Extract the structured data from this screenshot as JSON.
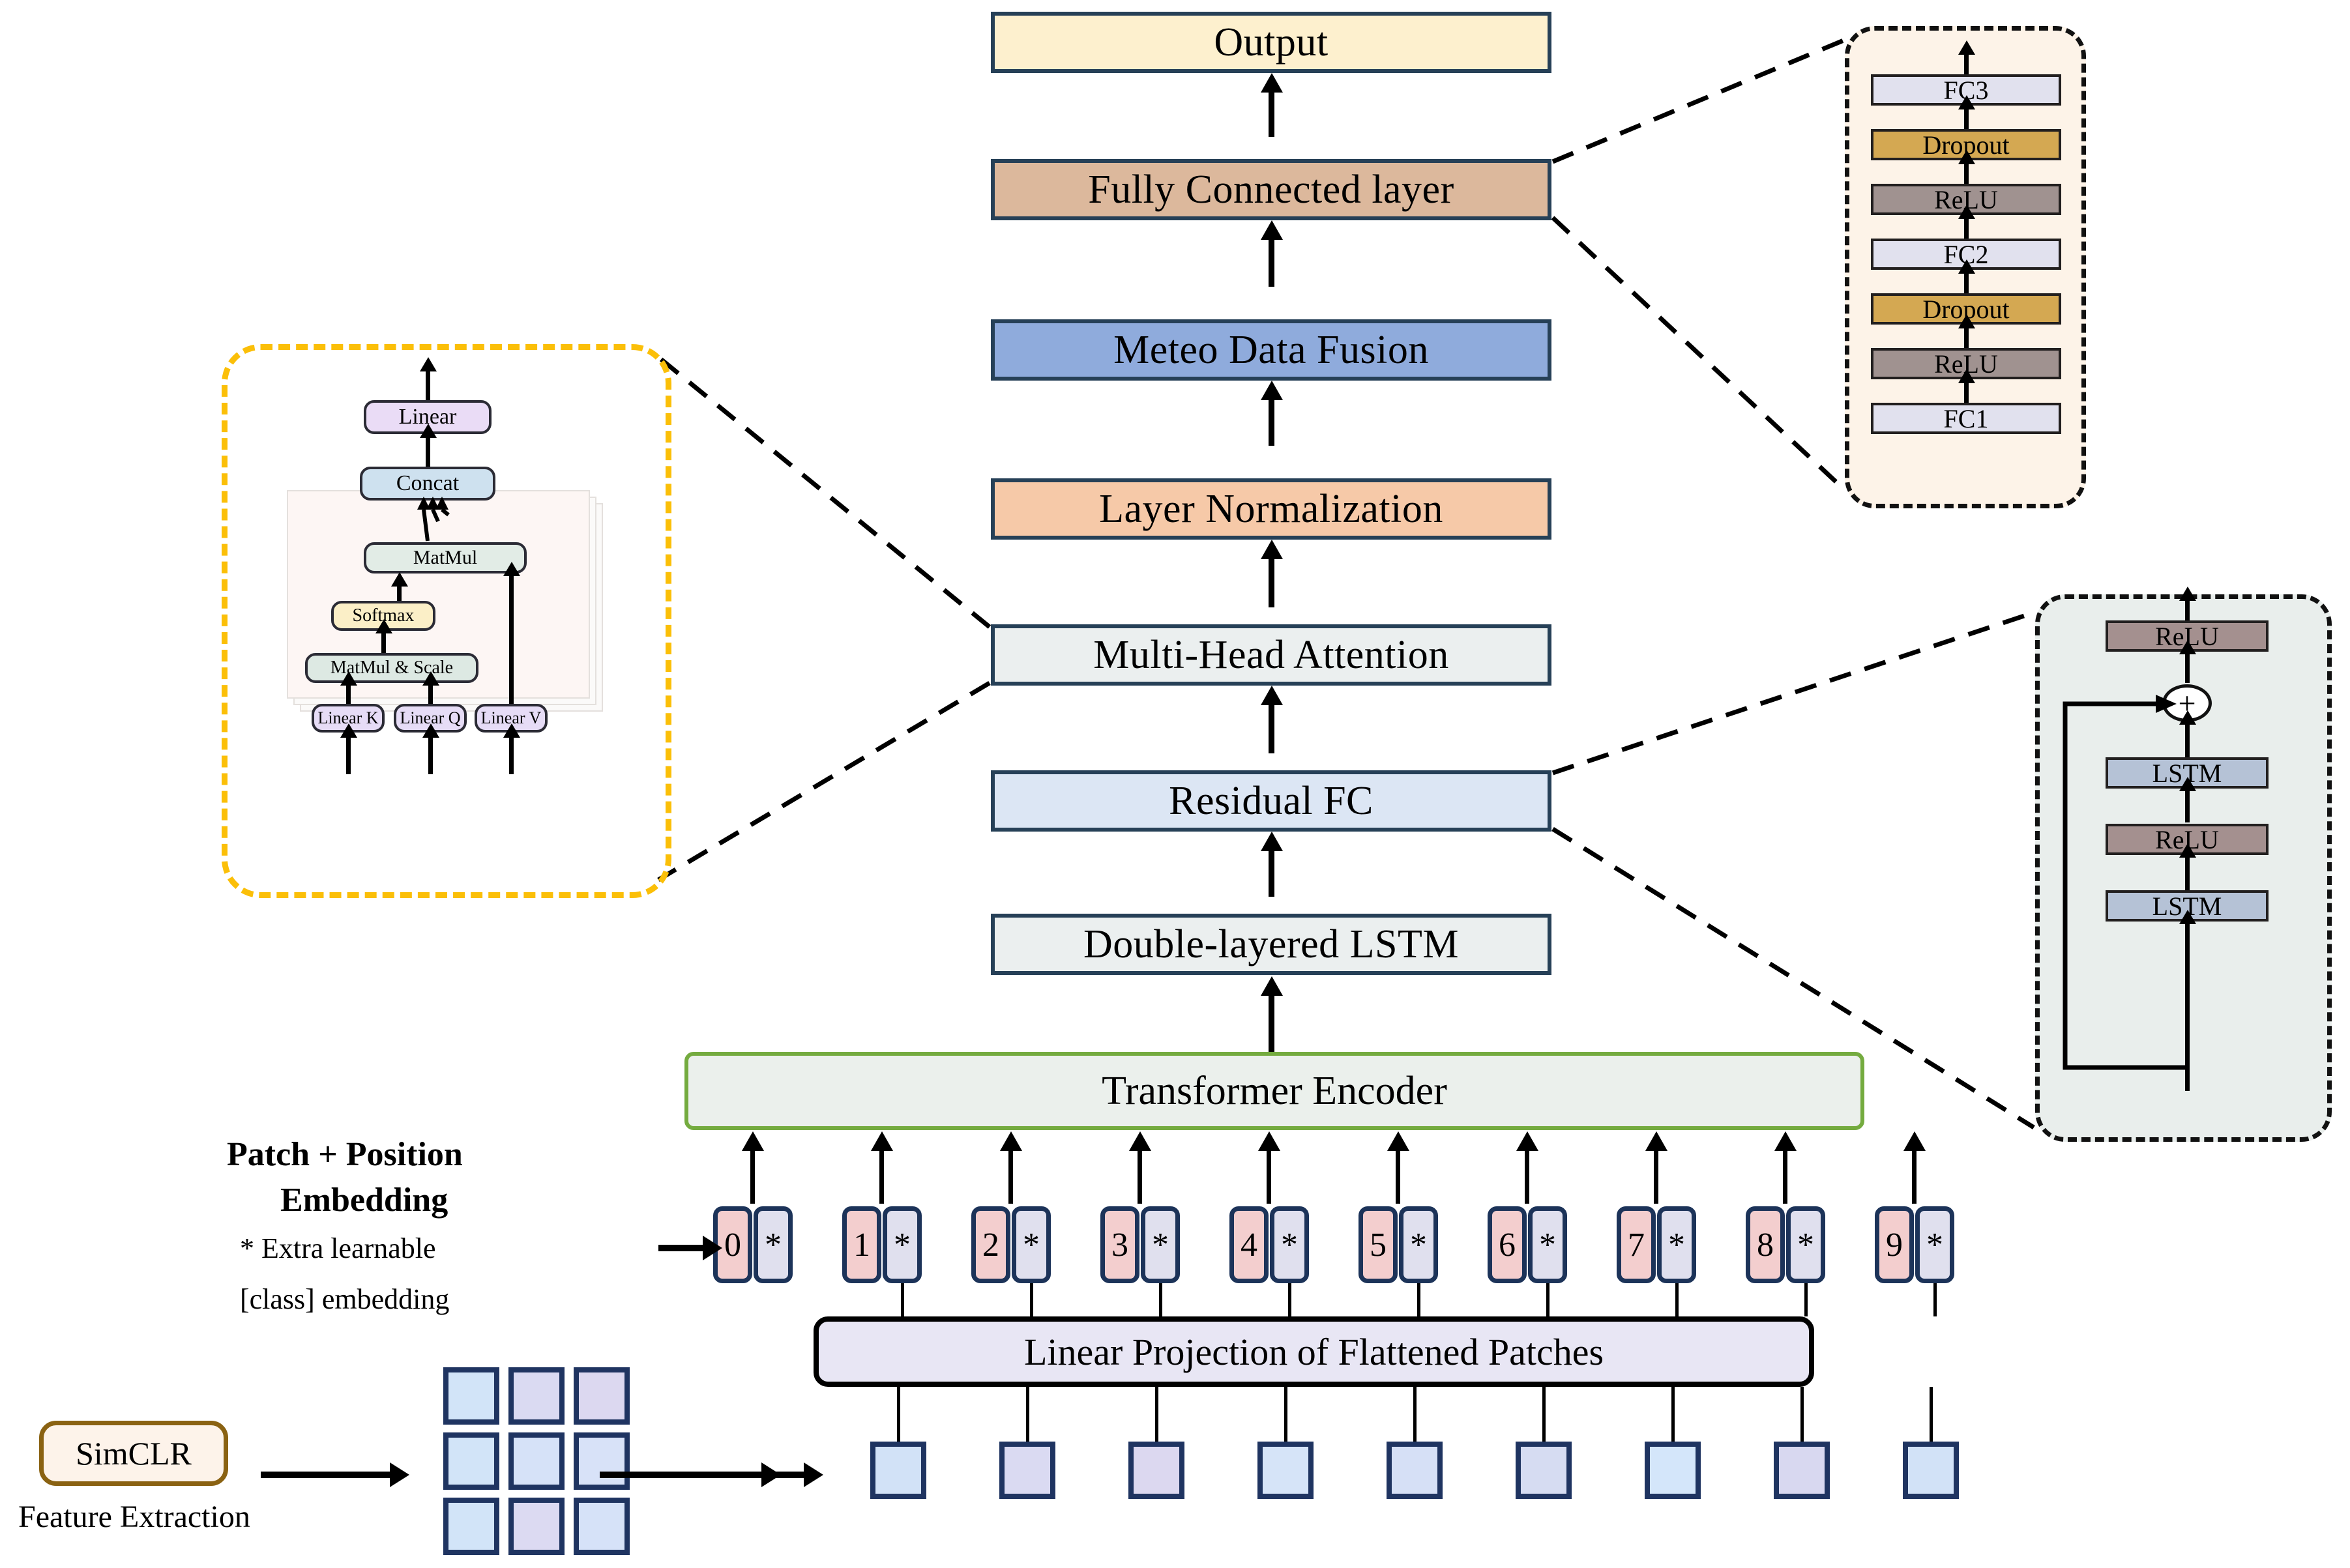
{
  "main_pipeline": [
    {
      "label": "Output",
      "fill": "#FDF0CE"
    },
    {
      "label": "Fully Connected layer",
      "fill": "#DCB89C"
    },
    {
      "label": "Meteo Data Fusion",
      "fill": "#8FABDC"
    },
    {
      "label": "Layer Normalization",
      "fill": "#F6C9A8"
    },
    {
      "label": "Multi-Head Attention",
      "fill": "#EBEFEF"
    },
    {
      "label": "Residual FC",
      "fill": "#DCE6F4"
    },
    {
      "label": "Double-layered LSTM",
      "fill": "#EBEFEF"
    }
  ],
  "transformer_encoder": {
    "label": "Transformer Encoder",
    "fill": "#EBF0EC",
    "border": "#74AB3F"
  },
  "linear_projection": {
    "label": "Linear Projection of Flattened Patches",
    "fill": "#E8E6F4",
    "border": "#000000"
  },
  "tokens": {
    "numbers": [
      "0",
      "1",
      "2",
      "3",
      "4",
      "5",
      "6",
      "7",
      "8",
      "9"
    ],
    "star": "*",
    "number_fill": "#F3CECE",
    "star_fill": "#E0E0EE"
  },
  "patch_strip": {
    "count": 9,
    "fills": [
      "#D2E2F7",
      "#DADAF2",
      "#DCD8F0",
      "#D6E4F8",
      "#D6E0F6",
      "#D6DCF2",
      "#D4E6FA",
      "#D8D8F0",
      "#D2E2F7"
    ]
  },
  "patch_grid": {
    "fills": [
      [
        "#D2E4F8",
        "#DADAF2",
        "#DCD8F0"
      ],
      [
        "#D2E4F8",
        "#D6E2F8",
        "#D8E2F8"
      ],
      [
        "#D2E4F8",
        "#DCDAF2",
        "#D6E2F8"
      ]
    ]
  },
  "simclr": {
    "label": "SimCLR",
    "caption": "Feature Extraction",
    "fill": "#FDF3EA",
    "border": "#8A6212"
  },
  "embedding_note": {
    "title_line1": "Patch + Position",
    "title_line2": "Embedding",
    "note_line1": "* Extra learnable",
    "note_line2": "[class] embedding"
  },
  "fc_detail_panel": {
    "fill": "#FDF3E8",
    "border": "#111111",
    "rows": [
      {
        "label": "FC3",
        "fill": "#E1E1EE"
      },
      {
        "label": "Dropout",
        "fill": "#D4A852"
      },
      {
        "label": "ReLU",
        "fill": "#A09290"
      },
      {
        "label": "FC2",
        "fill": "#E1E1EE"
      },
      {
        "label": "Dropout",
        "fill": "#D4A852"
      },
      {
        "label": "ReLU",
        "fill": "#A09290"
      },
      {
        "label": "FC1",
        "fill": "#E1E1EE"
      }
    ]
  },
  "residual_lstm_panel": {
    "fill": "#E9EEEC",
    "border": "#111111",
    "plus_symbol": "+",
    "rows": [
      {
        "label": "ReLU",
        "fill": "#A4908F"
      },
      {
        "label": "LSTM",
        "fill": "#B5C2D6"
      },
      {
        "label": "ReLU",
        "fill": "#A4908F"
      },
      {
        "label": "LSTM",
        "fill": "#B5C2D6"
      }
    ]
  },
  "attention_panel": {
    "border": "#FBBF08",
    "card_fill": "#FDF6F4",
    "nodes": {
      "linear": {
        "label": "Linear",
        "fill": "#EADCF6"
      },
      "concat": {
        "label": "Concat",
        "fill": "#CEE1EF"
      },
      "matmul": {
        "label": "MatMul",
        "fill": "#E2ECE6"
      },
      "softmax": {
        "label": "Softmax",
        "fill": "#FBEFC7"
      },
      "matmul_scale": {
        "label": "MatMul & Scale",
        "fill": "#DDE9E3"
      },
      "linear_k": {
        "label": "Linear K",
        "fill": "#E6DCF6"
      },
      "linear_q": {
        "label": "Linear Q",
        "fill": "#E6DCF6"
      },
      "linear_v": {
        "label": "Linear V",
        "fill": "#E6DCF6"
      }
    }
  }
}
